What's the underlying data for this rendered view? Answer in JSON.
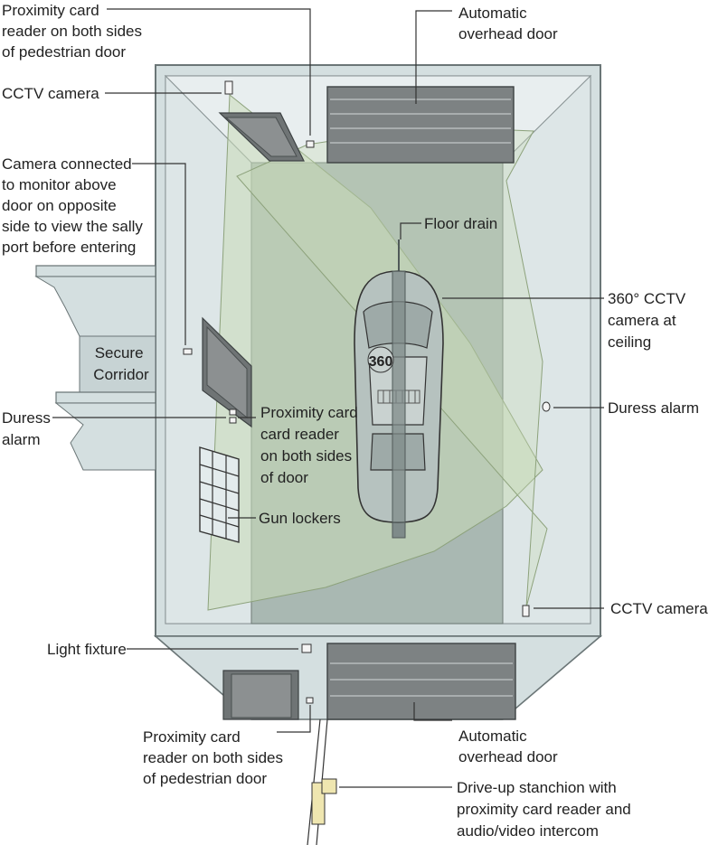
{
  "labels": {
    "prox_top": [
      "Proximity card",
      "reader on both sides",
      "of pedestrian door"
    ],
    "overhead_top": [
      "Automatic",
      "overhead door"
    ],
    "cctv_top": [
      "CCTV camera"
    ],
    "camera_monitor": [
      "Camera connected",
      "to monitor above",
      "door on opposite",
      "side to view the sally",
      "port before entering"
    ],
    "floor_drain": [
      "Floor drain"
    ],
    "cctv_360": [
      "360° CCTV",
      "camera at",
      "ceiling"
    ],
    "secure_corridor": [
      "Secure",
      "Corridor"
    ],
    "duress_left": [
      "Duress",
      "alarm"
    ],
    "prox_door": [
      "Proximity card",
      "card reader",
      "on both sides",
      "of door"
    ],
    "duress_right": [
      "Duress alarm"
    ],
    "gun_lockers": [
      "Gun lockers"
    ],
    "cctv_bottom": [
      "CCTV camera"
    ],
    "light_fixture": [
      "Light fixture"
    ],
    "prox_bottom": [
      "Proximity card",
      "reader on both sides",
      "of pedestrian door"
    ],
    "overhead_bottom": [
      "Automatic",
      "overhead door"
    ],
    "stanchion": [
      "Drive-up stanchion with",
      "proximity card reader and",
      "audio/video intercom"
    ],
    "camera_360_badge": "360"
  },
  "colors": {
    "wall": "#d4dfe0",
    "floor": "#a9b8b2",
    "coverage": "#c9dbb8",
    "door": "#7b7f80",
    "stanchion": "#efe6b0"
  }
}
